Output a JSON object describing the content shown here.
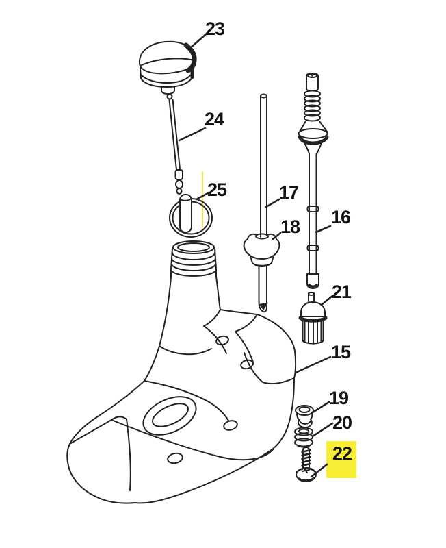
{
  "page": {
    "background_color": "#ffffff"
  },
  "diagram": {
    "type": "exploded-parts-diagram",
    "line_color": "#222222",
    "label_color": "#141414",
    "highlight_box_color": "#f8ee35",
    "highlight_line_color": "#e9e44c",
    "highlighted_part_number": "22"
  },
  "parts": [
    {
      "number": "23"
    },
    {
      "number": "24"
    },
    {
      "number": "25"
    },
    {
      "number": "17"
    },
    {
      "number": "18"
    },
    {
      "number": "16"
    },
    {
      "number": "21"
    },
    {
      "number": "15"
    },
    {
      "number": "19"
    },
    {
      "number": "20"
    },
    {
      "number": "22",
      "highlighted": true
    }
  ]
}
